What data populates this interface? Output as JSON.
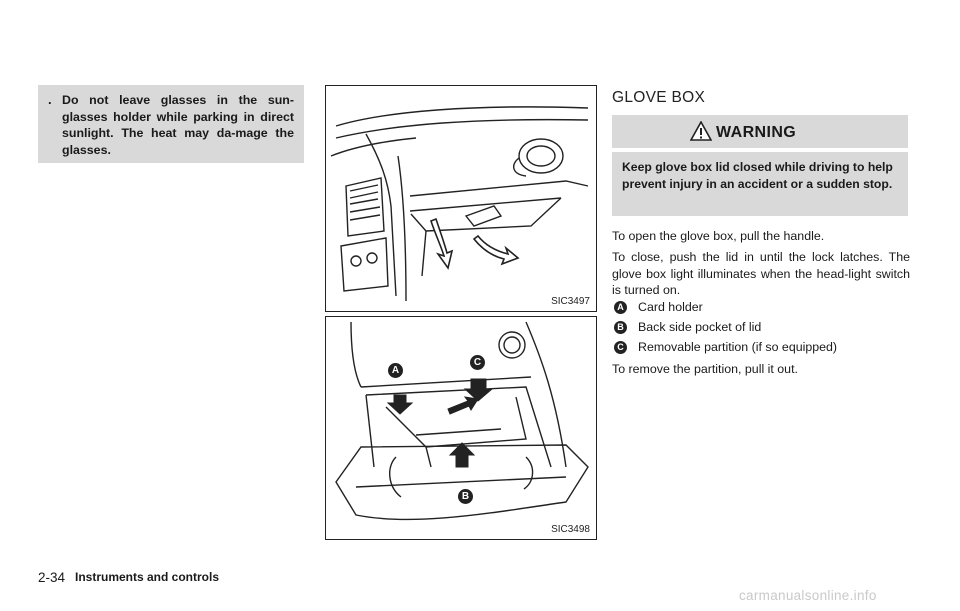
{
  "note": {
    "bullet": ".",
    "text": "Do not leave glasses in the sun-glasses holder while parking in direct sunlight. The heat may da-mage the glasses."
  },
  "figures": [
    {
      "code": "SIC3497"
    },
    {
      "code": "SIC3498",
      "labels": [
        "A",
        "B",
        "C"
      ]
    }
  ],
  "section": {
    "title": "GLOVE BOX",
    "warning": {
      "title": "WARNING",
      "text": "Keep glove box lid closed while driving to help prevent injury in an accident or a sudden stop."
    },
    "paragraphs": [
      "To open the glove box, pull the handle.",
      "To close, push the lid in until the lock latches. The glove box light illuminates when the head-light switch is turned on."
    ],
    "legend": [
      {
        "key": "A",
        "text": "Card holder"
      },
      {
        "key": "B",
        "text": "Back side pocket of lid"
      },
      {
        "key": "C",
        "text": "Removable partition (if so equipped)"
      }
    ],
    "closing": "To remove the partition, pull it out."
  },
  "footer": {
    "page_number": "2-34",
    "section_name": "Instruments and controls",
    "watermark": "carmanualsonline.info"
  }
}
